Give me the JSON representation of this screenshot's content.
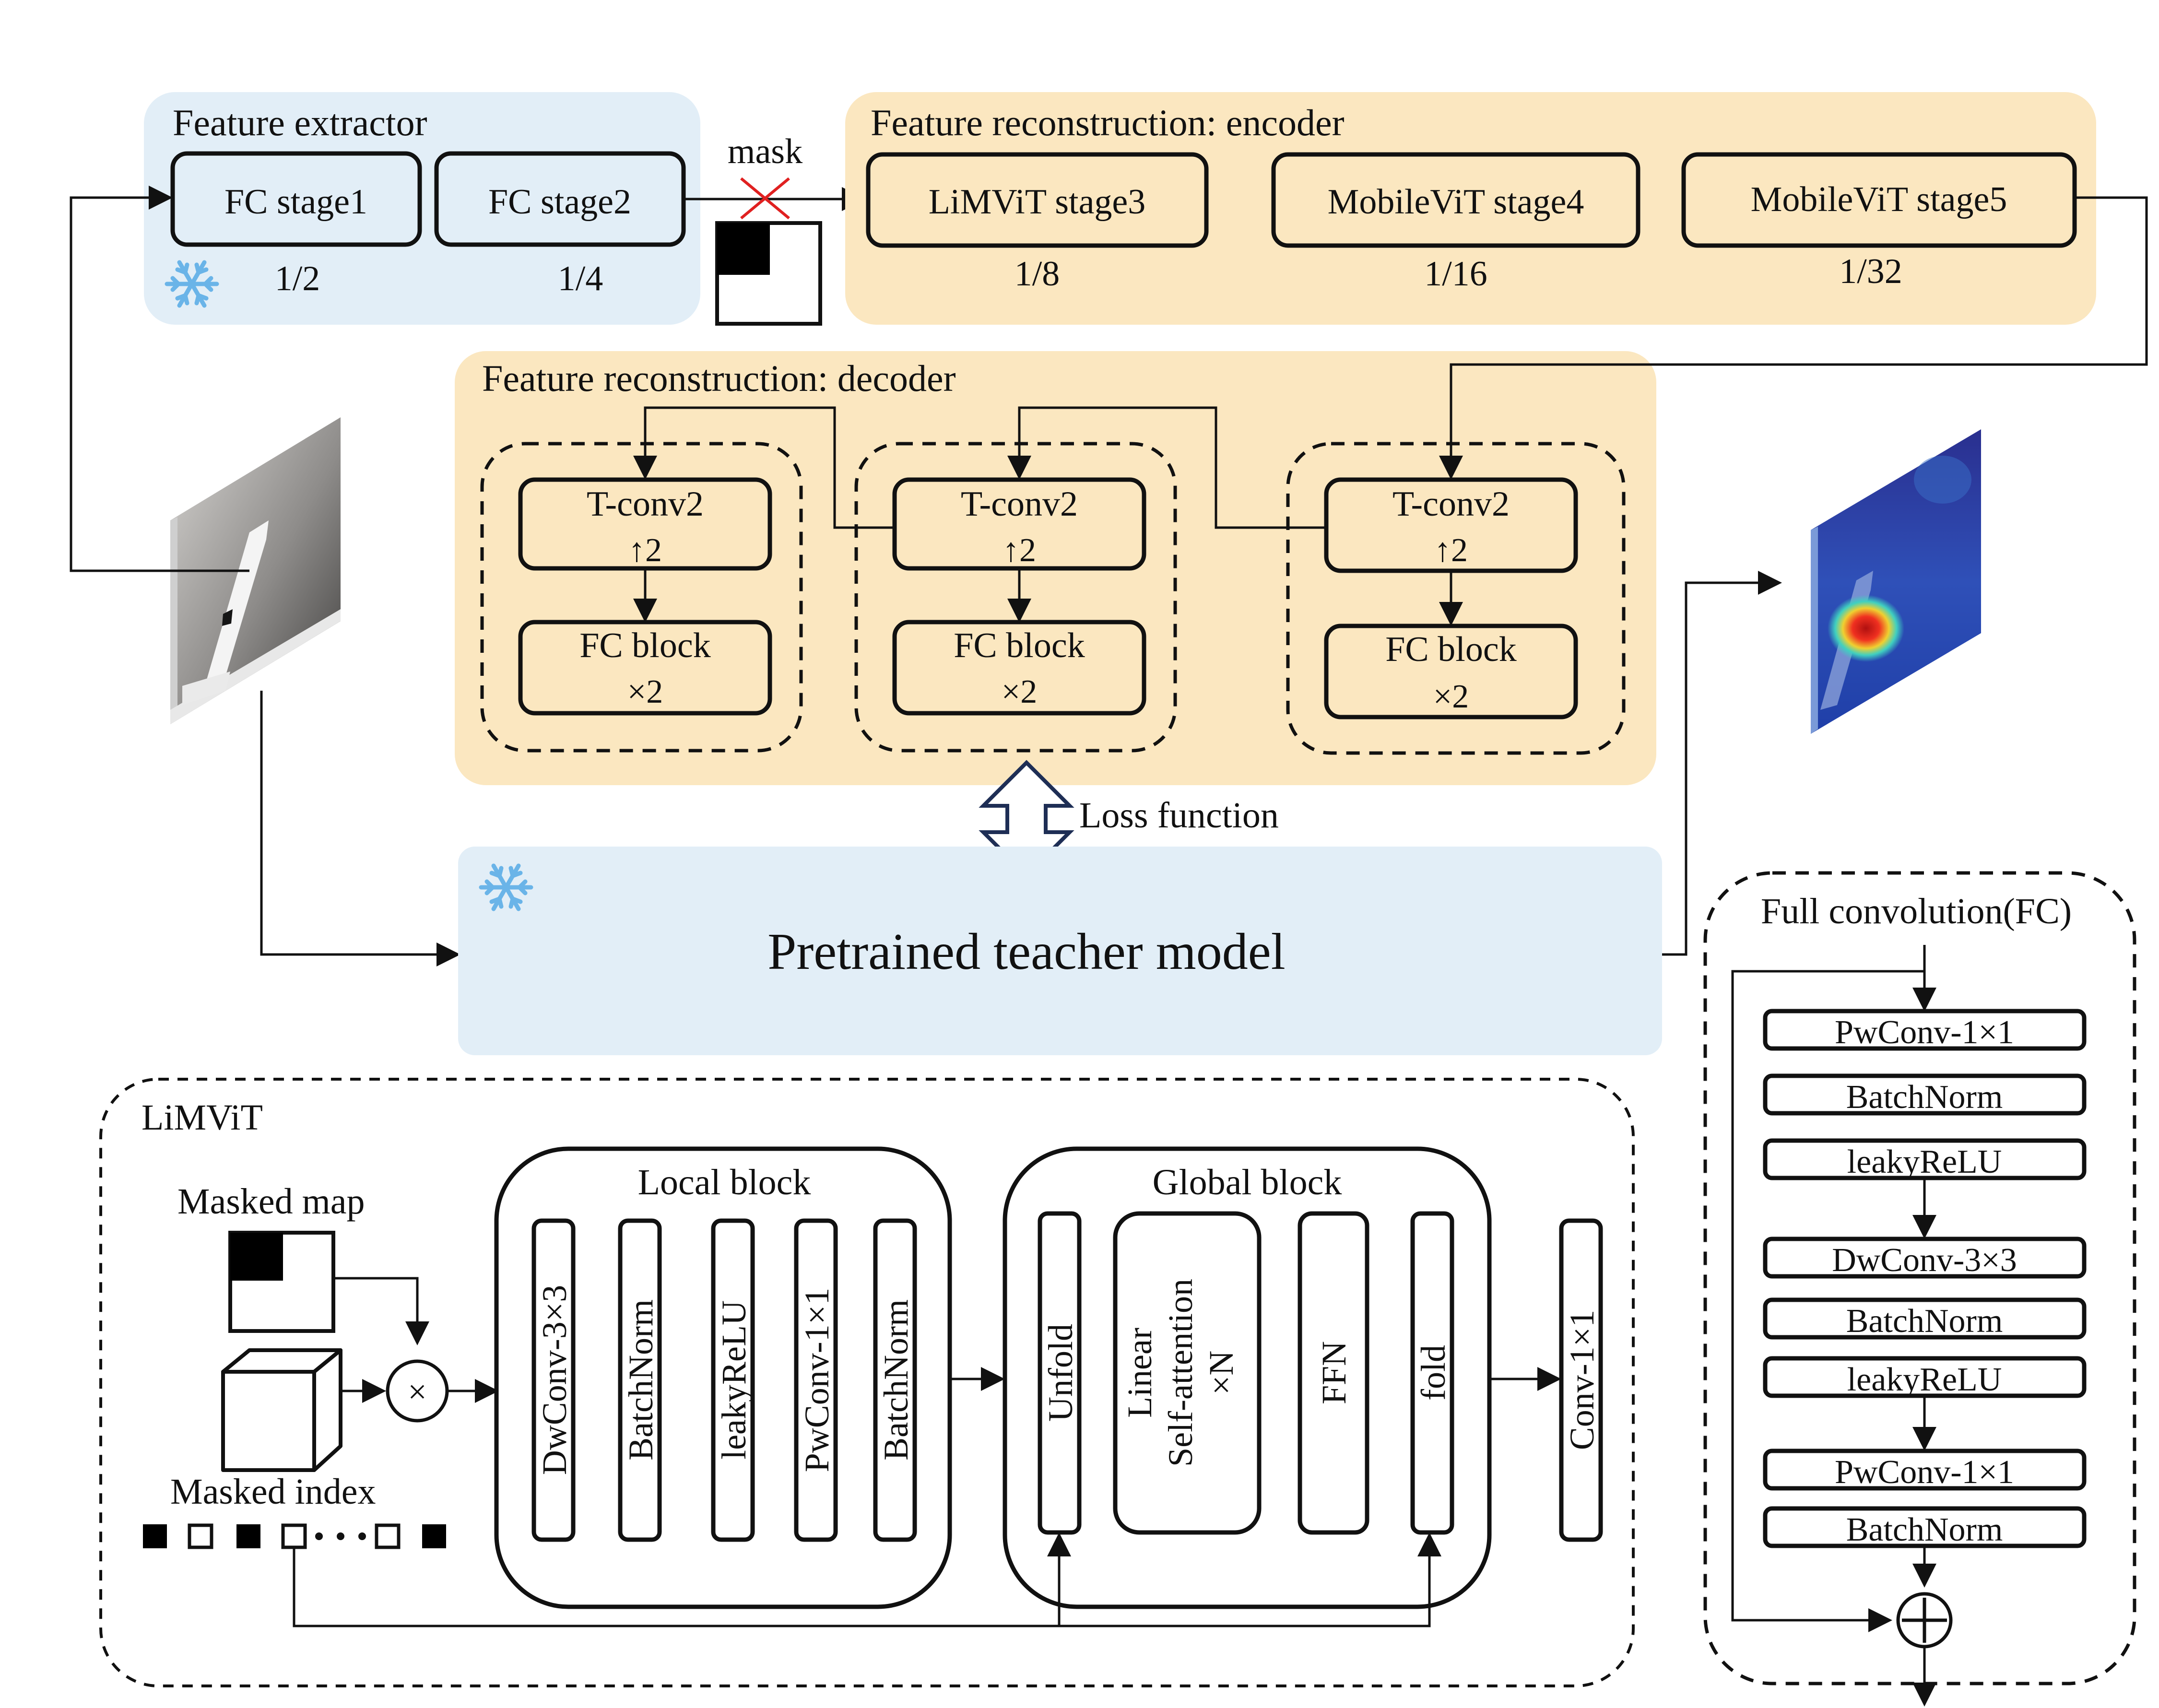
{
  "colors": {
    "feature_extractor_bg": "#e2eef7",
    "reconstruction_bg": "#fbe7c0",
    "teacher_bg": "#e2eef7",
    "snowflake": "#6ab4e8",
    "mask_cross": "#e02020"
  },
  "icons": [
    "snowflake-icon",
    "mask-icon",
    "multiply-icon",
    "add-icon",
    "cube-icon",
    "input-image-icon",
    "output-heatmap-icon",
    "double-arrow-icon"
  ],
  "feature_extractor": {
    "title": "Feature extractor",
    "stages": [
      {
        "label": "FC stage1",
        "scale": "1/2"
      },
      {
        "label": "FC stage2",
        "scale": "1/4"
      }
    ]
  },
  "mask_label": "mask",
  "encoder": {
    "title": "Feature reconstruction: encoder",
    "stages": [
      {
        "label": "LiMViT stage3",
        "scale": "1/8"
      },
      {
        "label": "MobileViT stage4",
        "scale": "1/16"
      },
      {
        "label": "MobileViT stage5",
        "scale": "1/32"
      }
    ]
  },
  "decoder": {
    "title": "Feature reconstruction: decoder",
    "blocks": [
      {
        "tconv": "T-conv2",
        "up": "↑2",
        "fc": "FC block",
        "times": "×2"
      },
      {
        "tconv": "T-conv2",
        "up": "↑2",
        "fc": "FC block",
        "times": "×2"
      },
      {
        "tconv": "T-conv2",
        "up": "↑2",
        "fc": "FC block",
        "times": "×2"
      }
    ]
  },
  "loss_label": "Loss function",
  "teacher_label": "Pretrained teacher model",
  "limvit": {
    "title": "LiMViT",
    "masked_map": "Masked map",
    "masked_index": "Masked index",
    "multiply_symbol": "×",
    "local_block": {
      "title": "Local block",
      "layers": [
        "DwConv-3×3",
        "BatchNorm",
        "leakyReLU",
        "PwConv-1×1",
        "BatchNorm"
      ]
    },
    "global_block": {
      "title": "Global block",
      "unfold": "Unfold",
      "attn_line1": "Linear",
      "attn_line2": "Self-attention",
      "attn_line3": "×N",
      "ffn": "FFN",
      "fold": "fold"
    },
    "conv_out": "Conv-1×1"
  },
  "fc_detail": {
    "title": "Full convolution(FC)",
    "layers": [
      "PwConv-1×1",
      "BatchNorm",
      "leakyReLU",
      "DwConv-3×3",
      "BatchNorm",
      "leakyReLU",
      "PwConv-1×1",
      "BatchNorm"
    ]
  }
}
